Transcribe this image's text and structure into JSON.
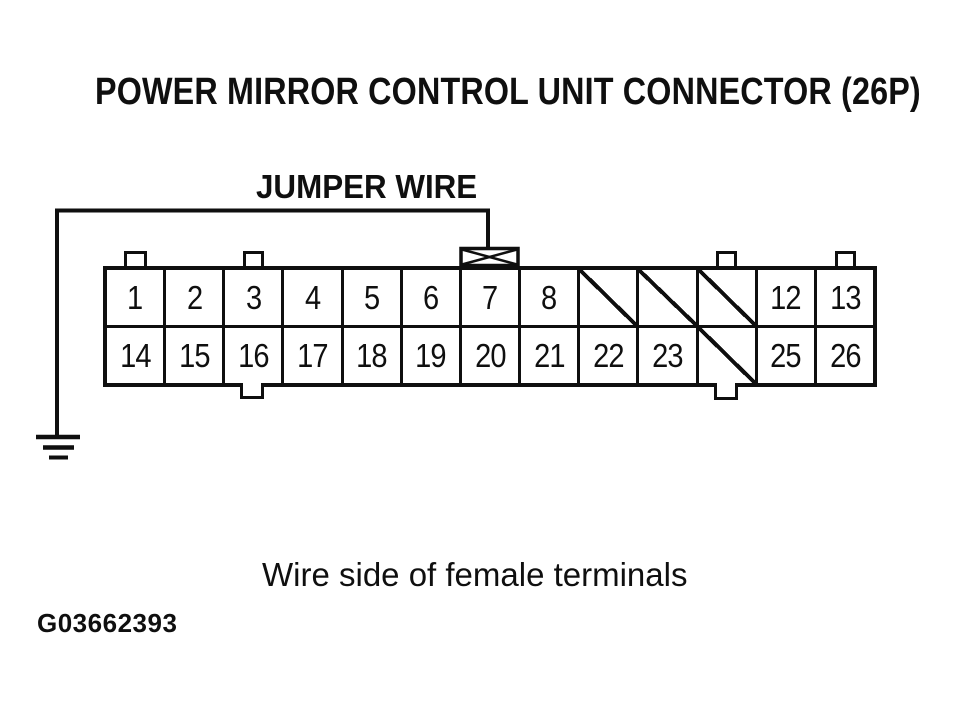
{
  "title": "POWER MIRROR CONTROL UNIT CONNECTOR (26P)",
  "jumper": {
    "label": "JUMPER WIRE",
    "connected_pin": "7",
    "terminates_at": "ground"
  },
  "caption": "Wire side of female terminals",
  "figure_id": "G03662393",
  "connector": {
    "pin_count_label": "26P",
    "rows": [
      {
        "cells": [
          {
            "pin": "1"
          },
          {
            "pin": "2"
          },
          {
            "pin": "3"
          },
          {
            "pin": "4"
          },
          {
            "pin": "5"
          },
          {
            "pin": "6"
          },
          {
            "pin": "7"
          },
          {
            "pin": "8"
          },
          {
            "blocked": true
          },
          {
            "blocked": true
          },
          {
            "blocked": true
          },
          {
            "pin": "12"
          },
          {
            "pin": "13"
          }
        ]
      },
      {
        "cells": [
          {
            "pin": "14"
          },
          {
            "pin": "15"
          },
          {
            "pin": "16"
          },
          {
            "pin": "17"
          },
          {
            "pin": "18"
          },
          {
            "pin": "19"
          },
          {
            "pin": "20"
          },
          {
            "pin": "21"
          },
          {
            "pin": "22"
          },
          {
            "pin": "23"
          },
          {
            "blocked": true
          },
          {
            "pin": "25"
          },
          {
            "pin": "26"
          }
        ]
      }
    ]
  },
  "icons": {
    "ground": "earth-ground-symbol",
    "jumper_box": "crossed-terminal-box",
    "blocked_cell": "diagonal-slash"
  },
  "colors": {
    "ink": "#0f0f0f",
    "paper": "#ffffff"
  }
}
